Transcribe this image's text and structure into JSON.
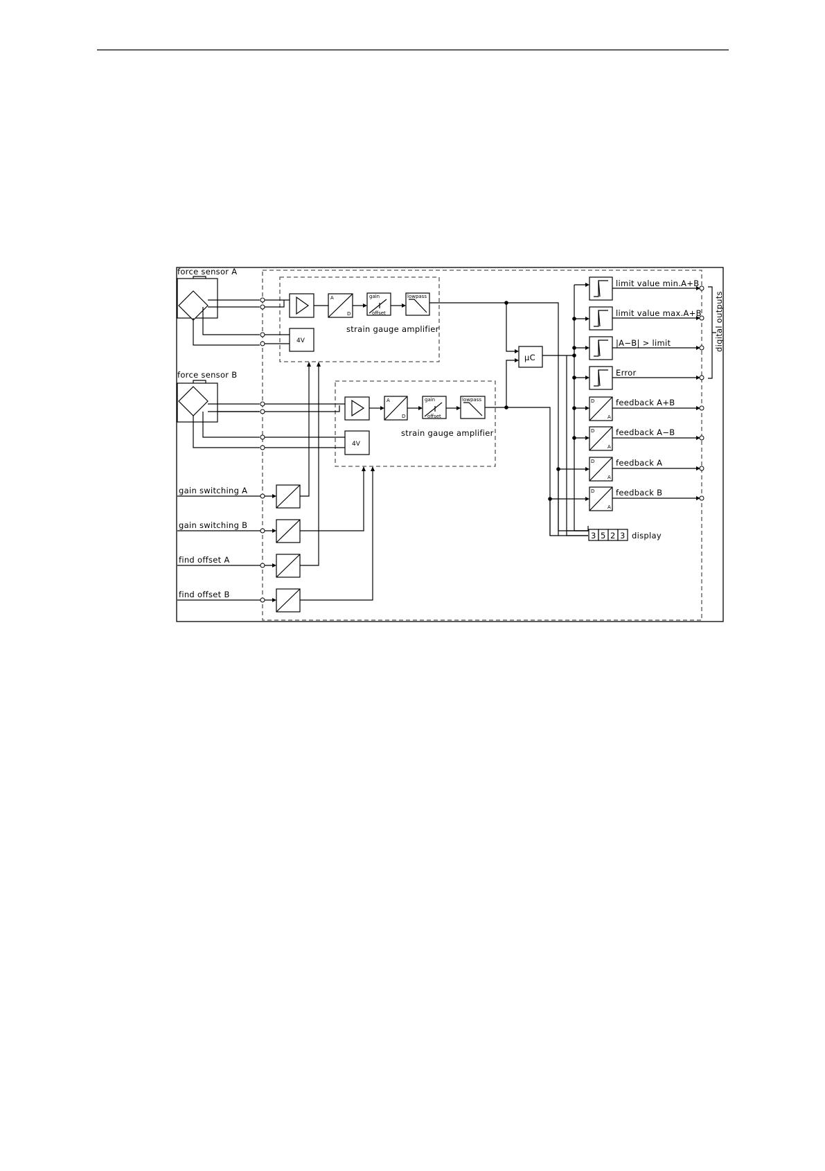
{
  "diagram": {
    "sensors": {
      "a": "force sensor A",
      "b": "force sensor B"
    },
    "amplifiers": {
      "a_label": "strain gauge amplifier",
      "b_label": "strain gauge amplifier",
      "supply": "4V",
      "adc_top": "A",
      "adc_bottom": "D",
      "gain": "gain",
      "offset": "offset",
      "lowpass": "lowpass"
    },
    "microcontroller": "μC",
    "inputs": [
      "gain switching A",
      "gain switching B",
      "find offset A",
      "find offset B"
    ],
    "outputs": {
      "limits": [
        "limit value min.A+B",
        "limit value max.A+B",
        "|A−B| > limit",
        "Error"
      ],
      "feedback": [
        "feedback A+B",
        "feedback A−B",
        "feedback A",
        "feedback B"
      ],
      "dac_top": "D",
      "dac_bottom": "A",
      "group_label": "digital outputs"
    },
    "display": {
      "digits": [
        "3",
        "5",
        "2",
        "3"
      ],
      "label": "display"
    }
  }
}
